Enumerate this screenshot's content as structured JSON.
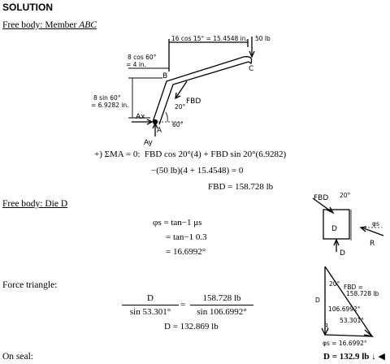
{
  "heading": "SOLUTION",
  "fb_member": {
    "label": "Free body: Member",
    "label_italic": "ABC",
    "dim_top": "16 cos 15° = 15.4548 in.",
    "load": "50 lb",
    "dim_left_a": "8 cos 60°",
    "dim_left_b": "= 4 in.",
    "dim_height_a": "8 sin 60°",
    "dim_height_b": "= 6.9282 in.",
    "pt_B": "B",
    "pt_C": "C",
    "pt_A": "A",
    "Ax": "Ax",
    "Ay": "Ay",
    "force_FBD": "FBD",
    "ang20": "20°",
    "ang60": "60°"
  },
  "moment_eq": {
    "line1_prefix": "+) ΣMA = 0:",
    "line1": "FBD cos 20°(4) + FBD sin 20°(6.9282)",
    "line2": "−(50 lb)(4 + 15.4548) = 0",
    "line3": "FBD = 158.728 lb"
  },
  "fb_die": {
    "label": "Free body: Die D",
    "eq1": "φs = tan−1 μs",
    "eq2": "= tan−1 0.3",
    "eq3": "= 16.6992°",
    "FBD": "FBD",
    "ang20": "20°",
    "D": "D",
    "phi": "φs",
    "R": "R"
  },
  "force_triangle": {
    "label": "Force triangle:",
    "num_left": "D",
    "den_left": "sin 53.301°",
    "num_right": "158.728 lb",
    "den_right": "sin 106.6992°",
    "result": "D = 132.869 lb",
    "t_D": "D",
    "t_20": "20°",
    "t_FBD": "FBD =",
    "t_val": "158.728 lb",
    "t_106": "106.6992°",
    "t_53": "53.301°",
    "t_R": "R",
    "t_phi": "φs = 16.6992°"
  },
  "on_seal": {
    "label": "On seal:",
    "answer": "D = 132.9 lb"
  }
}
